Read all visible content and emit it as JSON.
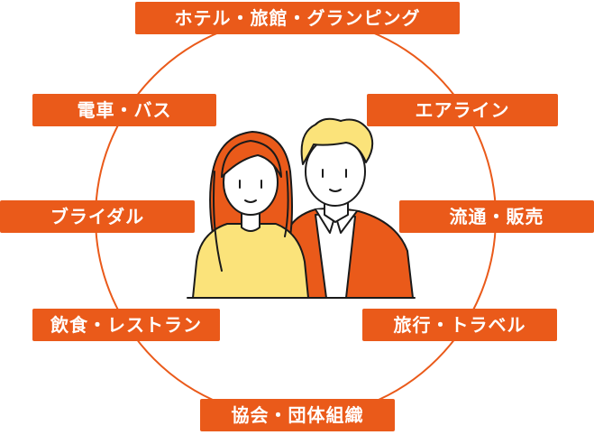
{
  "labels": {
    "top": "ホテル・旅館・グランピング",
    "upper_left": "電車・バス",
    "upper_right": "エアライン",
    "middle_left": "ブライダル",
    "middle_right": "流通・販売",
    "lower_left": "飲食・レストラン",
    "lower_right": "旅行・トラベル",
    "bottom": "協会・団体組織"
  },
  "colors": {
    "accent": "#ea5a1a",
    "circle": "#ea5a1a",
    "woman_hair": "#ea5a1a",
    "woman_top": "#fbe37a",
    "man_hair": "#fbe37a",
    "man_jacket": "#ea5a1a",
    "outline": "#1a1a1a"
  }
}
